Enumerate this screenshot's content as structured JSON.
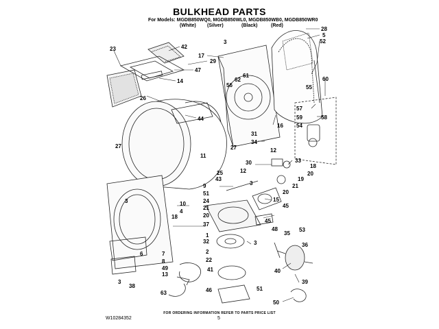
{
  "page": {
    "title": "BULKHEAD PARTS",
    "models_line": "For Models: MGDB850WQ0, MGDB850WL0, MGDB850WB0, MGDB850WR0",
    "colors": [
      "(White)",
      "(Silver)",
      "(Black)",
      "(Red)"
    ],
    "footer_note": "FOR ORDERING INFORMATION REFER TO PARTS PRICE LIST",
    "doc_number": "W10284352",
    "page_number": "5"
  },
  "callouts": [
    {
      "id": "c28",
      "text": "28"
    },
    {
      "id": "c5a",
      "text": "5"
    },
    {
      "id": "c52",
      "text": "52"
    },
    {
      "id": "c42",
      "text": "42"
    },
    {
      "id": "c23",
      "text": "23"
    },
    {
      "id": "c17",
      "text": "17"
    },
    {
      "id": "c29",
      "text": "29"
    },
    {
      "id": "c3a",
      "text": "3"
    },
    {
      "id": "c47",
      "text": "47"
    },
    {
      "id": "c14",
      "text": "14"
    },
    {
      "id": "c61",
      "text": "61"
    },
    {
      "id": "c62",
      "text": "62"
    },
    {
      "id": "c56",
      "text": "56"
    },
    {
      "id": "c55",
      "text": "55"
    },
    {
      "id": "c60",
      "text": "60"
    },
    {
      "id": "c26",
      "text": "26"
    },
    {
      "id": "c44",
      "text": "44"
    },
    {
      "id": "c57",
      "text": "57"
    },
    {
      "id": "c59",
      "text": "59"
    },
    {
      "id": "c58",
      "text": "58"
    },
    {
      "id": "c54",
      "text": "54"
    },
    {
      "id": "c16",
      "text": "16"
    },
    {
      "id": "c31",
      "text": "31"
    },
    {
      "id": "c34",
      "text": "34"
    },
    {
      "id": "c12a",
      "text": "12"
    },
    {
      "id": "c27a",
      "text": "27"
    },
    {
      "id": "c27b",
      "text": "27"
    },
    {
      "id": "c11",
      "text": "11"
    },
    {
      "id": "c33",
      "text": "33"
    },
    {
      "id": "c18a",
      "text": "18"
    },
    {
      "id": "c20a",
      "text": "20"
    },
    {
      "id": "c30",
      "text": "30"
    },
    {
      "id": "c25",
      "text": "25"
    },
    {
      "id": "c12b",
      "text": "12"
    },
    {
      "id": "c19",
      "text": "19"
    },
    {
      "id": "c43",
      "text": "43"
    },
    {
      "id": "c3b",
      "text": "3"
    },
    {
      "id": "c21a",
      "text": "21"
    },
    {
      "id": "c20b",
      "text": "20"
    },
    {
      "id": "c9",
      "text": "9"
    },
    {
      "id": "c51a",
      "text": "51"
    },
    {
      "id": "c24",
      "text": "24"
    },
    {
      "id": "c15",
      "text": "15"
    },
    {
      "id": "c3c",
      "text": "3"
    },
    {
      "id": "c10",
      "text": "10"
    },
    {
      "id": "c4",
      "text": "4"
    },
    {
      "id": "c45a",
      "text": "45"
    },
    {
      "id": "c21b",
      "text": "21"
    },
    {
      "id": "c20c",
      "text": "20"
    },
    {
      "id": "c18b",
      "text": "18"
    },
    {
      "id": "c37",
      "text": "37"
    },
    {
      "id": "c45b",
      "text": "45"
    },
    {
      "id": "c48",
      "text": "48"
    },
    {
      "id": "c53",
      "text": "53"
    },
    {
      "id": "c1",
      "text": "1"
    },
    {
      "id": "c32",
      "text": "32"
    },
    {
      "id": "c35",
      "text": "35"
    },
    {
      "id": "c2",
      "text": "2"
    },
    {
      "id": "c36",
      "text": "36"
    },
    {
      "id": "c22",
      "text": "22"
    },
    {
      "id": "c3d",
      "text": "3"
    },
    {
      "id": "c6",
      "text": "6"
    },
    {
      "id": "c7",
      "text": "7"
    },
    {
      "id": "c8",
      "text": "8"
    },
    {
      "id": "c49",
      "text": "49"
    },
    {
      "id": "c13",
      "text": "13"
    },
    {
      "id": "c3e",
      "text": "3"
    },
    {
      "id": "c38",
      "text": "38"
    },
    {
      "id": "c41",
      "text": "41"
    },
    {
      "id": "c40",
      "text": "40"
    },
    {
      "id": "c39",
      "text": "39"
    },
    {
      "id": "c46",
      "text": "46"
    },
    {
      "id": "c51b",
      "text": "51"
    },
    {
      "id": "c63",
      "text": "63"
    },
    {
      "id": "c50",
      "text": "50"
    }
  ]
}
